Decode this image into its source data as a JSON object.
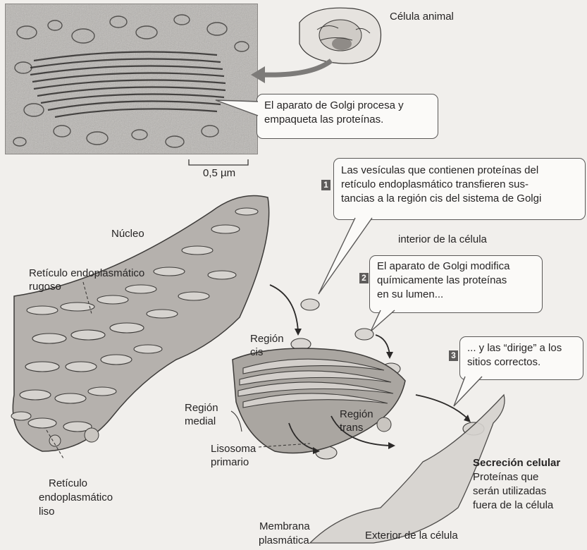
{
  "labels": {
    "celula_animal": "Célula animal",
    "scale": "0,5 µm",
    "nucleo": "Núcleo",
    "rer_line1": "Retículo endoplasmático",
    "rer_line2": "rugoso",
    "region_cis_1": "Región",
    "region_cis_2": "cis",
    "region_medial_1": "Región",
    "region_medial_2": "medial",
    "region_trans_1": "Región",
    "region_trans_2": "trans",
    "lisosoma_1": "Lisosoma",
    "lisosoma_2": "primario",
    "rel_1": "Retículo",
    "rel_2": "endoplasmático",
    "rel_3": "liso",
    "membrana_1": "Membrana",
    "membrana_2": "plasmática",
    "exterior": "Exterior de la célula",
    "interior": "interior de la célula",
    "secrecion_title": "Secreción celular",
    "secrecion_1": "Proteínas que",
    "secrecion_2": "serán utilizadas",
    "secrecion_3": "fuera de la célula"
  },
  "bubbles": {
    "golgi_line1": "El aparato de Golgi procesa y",
    "golgi_line2": "empaqueta las proteínas.",
    "step1_line1": "Las vesículas que contienen proteínas del",
    "step1_line2": "retículo endoplasmático transfieren sus-",
    "step1_line3": "tancias a la región cis del sistema de Golgi",
    "step2_line1": "El aparato de Golgi modifica",
    "step2_line2": "químicamente las proteínas",
    "step2_line3": "en su lumen...",
    "step3_line1": "... y las “dirige” a los",
    "step3_line2": "sitios correctos."
  },
  "steps": {
    "one": "1",
    "two": "2",
    "three": "3"
  }
}
